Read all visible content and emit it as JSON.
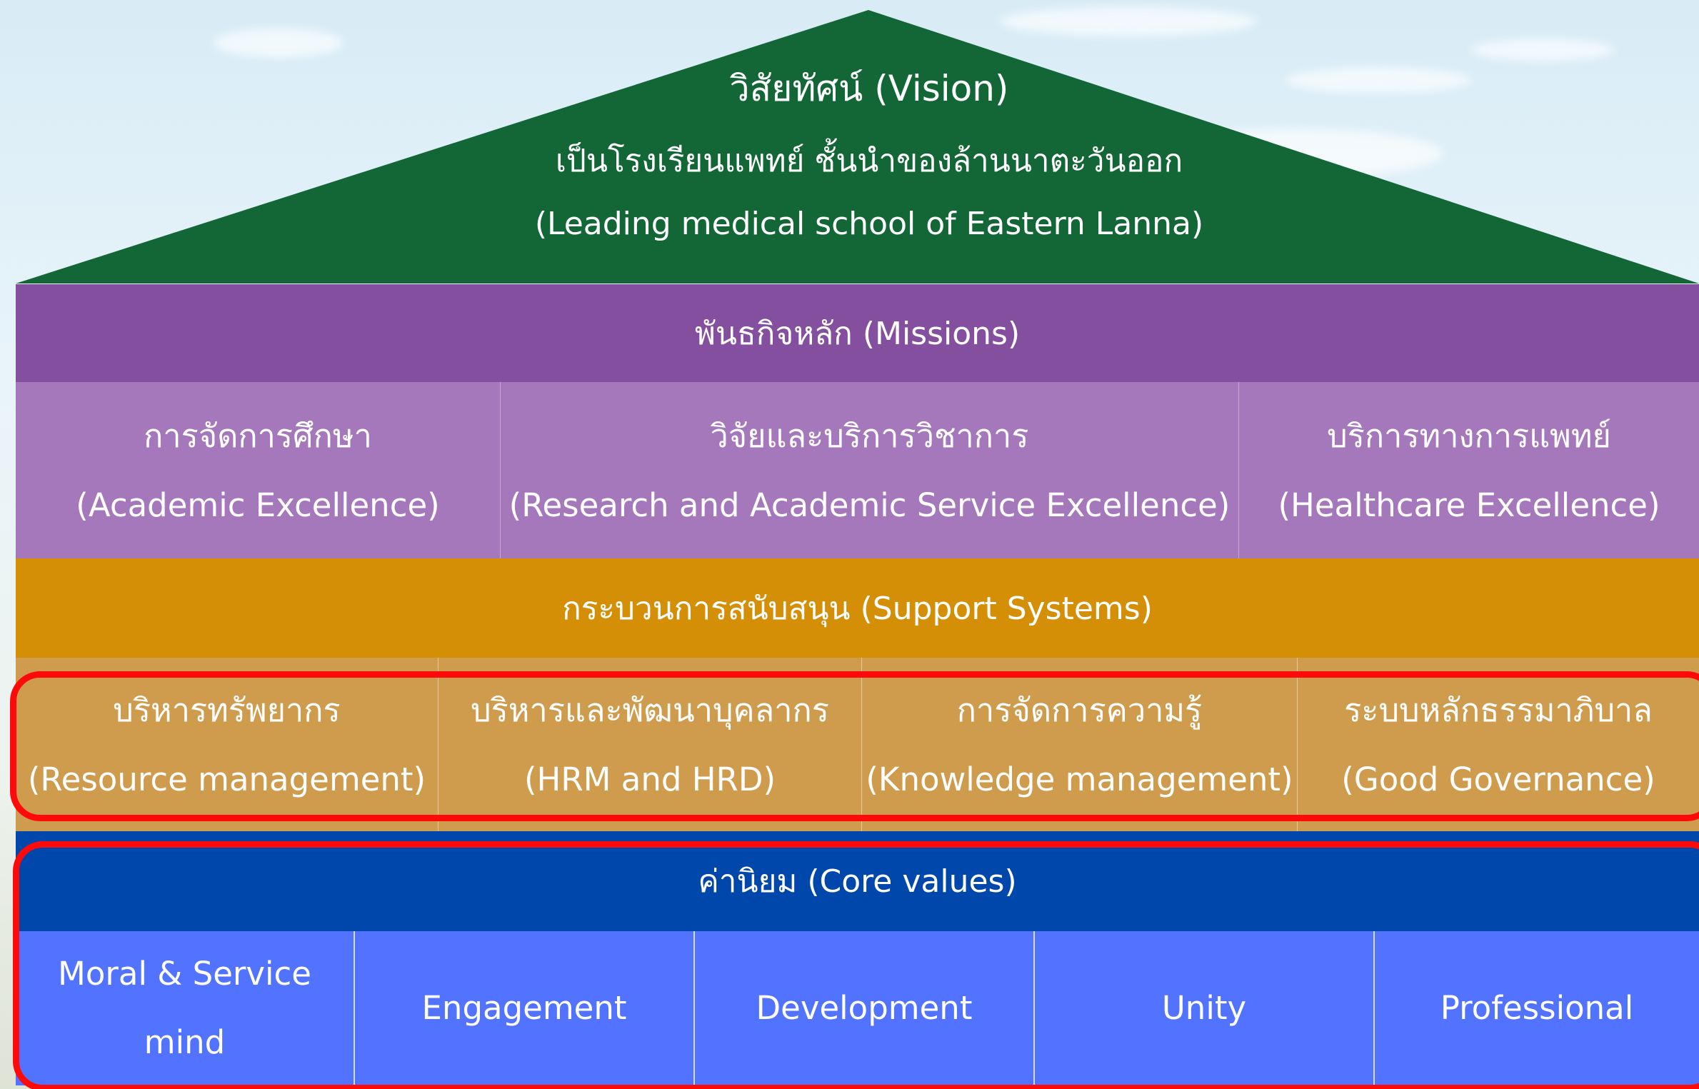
{
  "vision": {
    "heading": "วิสัยทัศน์ (Vision)",
    "statement_th": "เป็นโรงเรียนแพทย์ ชั้นนำของล้านนาตะวันออก",
    "statement_en": "(Leading medical school of Eastern Lanna)"
  },
  "missions": {
    "heading": "พันธกิจหลัก (Missions)",
    "items": [
      {
        "th": "การจัดการศึกษา",
        "en": "(Academic Excellence)"
      },
      {
        "th": "วิจัยและบริการวิชาการ",
        "en": "(Research and Academic Service Excellence)"
      },
      {
        "th": "บริการทางการแพทย์",
        "en": "(Healthcare Excellence)"
      }
    ]
  },
  "support": {
    "heading": "กระบวนการสนับสนุน (Support Systems)",
    "items": [
      {
        "th": "บริหารทรัพยากร",
        "en": "(Resource management)"
      },
      {
        "th": "บริหารและพัฒนาบุคลากร",
        "en": "(HRM and HRD)"
      },
      {
        "th": "การจัดการความรู้",
        "en": "(Knowledge management)"
      },
      {
        "th": "ระบบหลักธรรมาภิบาล",
        "en": "(Good Governance)"
      }
    ]
  },
  "core_values": {
    "heading": "ค่านิยม (Core values)",
    "items": [
      {
        "line1": "Moral & Service",
        "line2": "mind"
      },
      {
        "line1": "Engagement"
      },
      {
        "line1": "Development"
      },
      {
        "line1": "Unity"
      },
      {
        "line1": "Professional"
      }
    ]
  },
  "colors": {
    "roof": "#136635",
    "missions_header": "#844f9e",
    "missions_cells": "#a577bb",
    "support_header": "#d48f07",
    "support_cells": "#cf9c4d",
    "values_header": "#0047ab",
    "values_cells": "#5273ff",
    "highlight": "#ff0a0a"
  }
}
